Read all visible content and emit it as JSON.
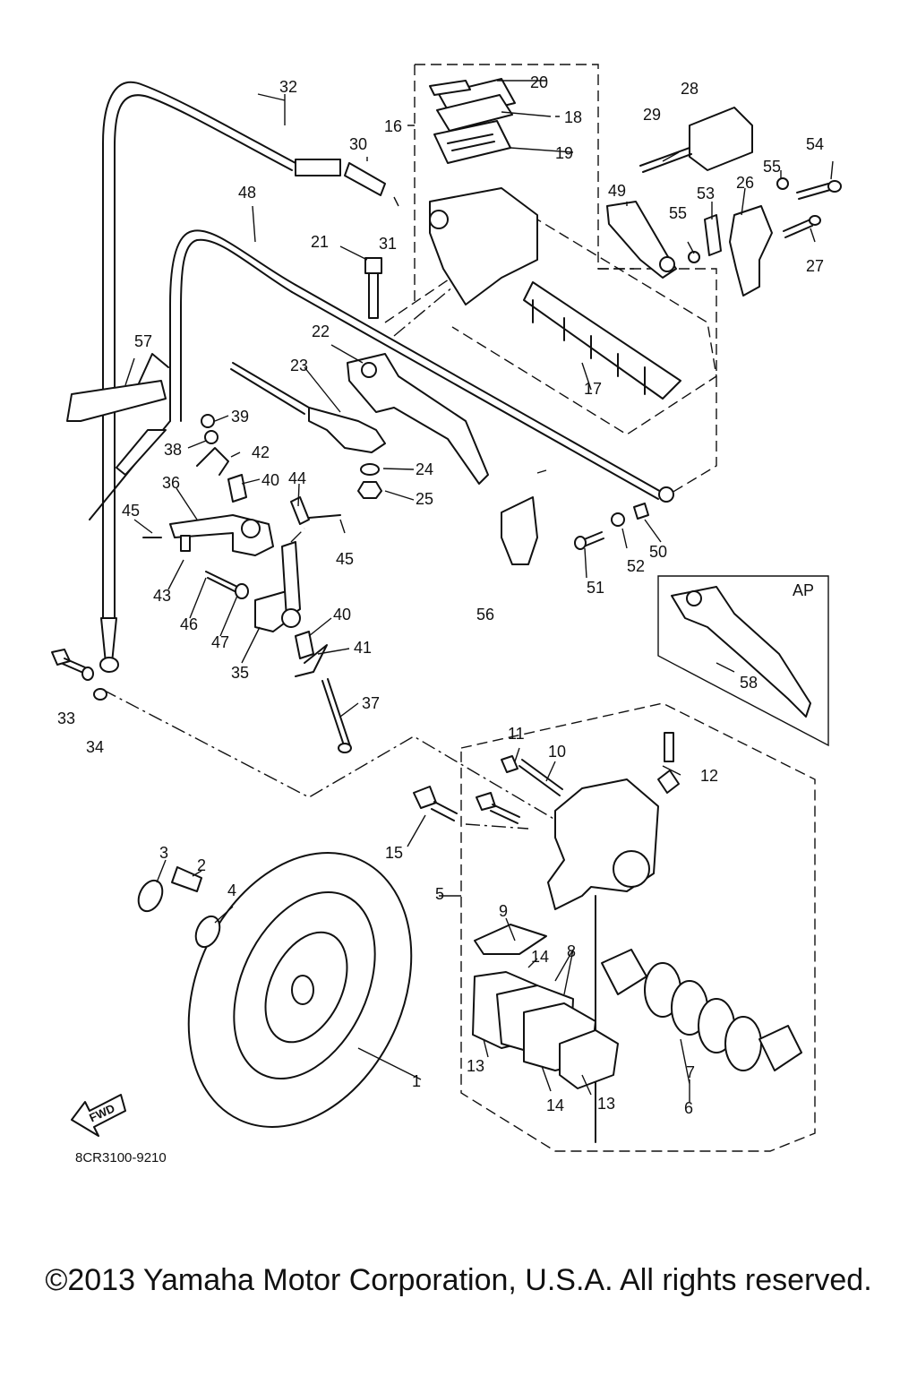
{
  "diagram": {
    "drawing_code": "8CR3100-9210",
    "inset_label": "AP",
    "fwd_label": "FWD",
    "callouts": [
      "1",
      "2",
      "3",
      "4",
      "5",
      "6",
      "7",
      "8",
      "9",
      "10",
      "11",
      "12",
      "13",
      "13",
      "14",
      "14",
      "15",
      "16",
      "17",
      "18",
      "19",
      "20",
      "21",
      "22",
      "23",
      "24",
      "25",
      "26",
      "27",
      "28",
      "29",
      "30",
      "31",
      "32",
      "33",
      "34",
      "35",
      "36",
      "37",
      "38",
      "39",
      "40",
      "40",
      "41",
      "42",
      "43",
      "44",
      "45",
      "45",
      "46",
      "47",
      "48",
      "49",
      "50",
      "51",
      "52",
      "53",
      "54",
      "55",
      "55",
      "56",
      "57",
      "58"
    ]
  },
  "footer": {
    "copyright": "©2013 Yamaha Motor Corporation, U.S.A. All rights reserved."
  }
}
